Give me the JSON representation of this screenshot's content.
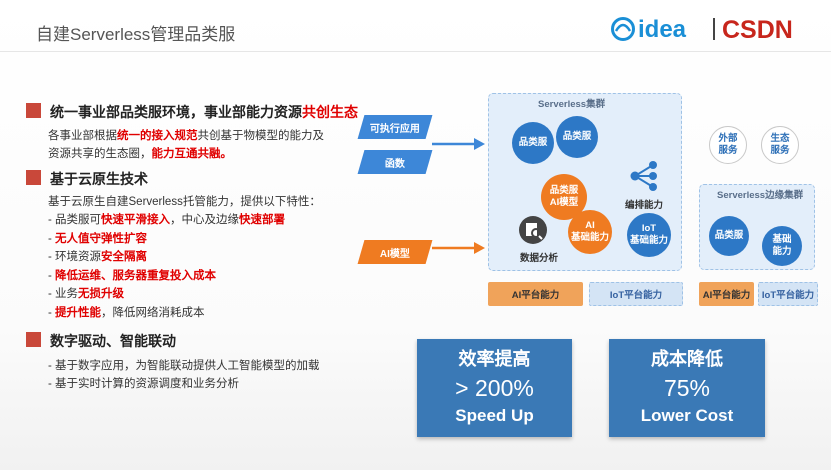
{
  "header": {
    "title": "自建Serverless管理品类服",
    "logos": [
      "Midea",
      "CSDN"
    ]
  },
  "sections": {
    "s1": {
      "title_plain": "统一事业部品类服环境，事业部能力资源",
      "title_red": "共创生态",
      "body": [
        {
          "parts": [
            {
              "text": "各事业部根据"
            },
            {
              "text": "统一的接入规范",
              "red": true
            },
            {
              "text": "共创基于物模型的能力及"
            }
          ]
        },
        {
          "parts": [
            {
              "text": "资源共享的生态圈，"
            },
            {
              "text": "能力互通共融。",
              "red": true
            }
          ]
        }
      ]
    },
    "s2": {
      "title": "基于云原生技术",
      "intro": "基于云原生自建Serverless托管能力，提供以下特性：",
      "items": [
        {
          "parts": [
            {
              "text": "- 品类服可"
            },
            {
              "text": "快速平滑接入",
              "red": true
            },
            {
              "text": "，中心及边缘"
            },
            {
              "text": "快速部署",
              "red": true
            }
          ]
        },
        {
          "parts": [
            {
              "text": "- "
            },
            {
              "text": "无人值守弹性扩容",
              "red": true
            }
          ]
        },
        {
          "parts": [
            {
              "text": "- 环境资源"
            },
            {
              "text": "安全隔离",
              "red": true
            }
          ]
        },
        {
          "parts": [
            {
              "text": "- "
            },
            {
              "text": "降低运维、服务器重复投入成本",
              "red": true
            }
          ]
        },
        {
          "parts": [
            {
              "text": "- 业务"
            },
            {
              "text": "无损升级",
              "red": true
            }
          ]
        },
        {
          "parts": [
            {
              "text": "- "
            },
            {
              "text": "提升性能",
              "red": true
            },
            {
              "text": "，降低网络消耗成本"
            }
          ]
        }
      ]
    },
    "s3": {
      "title": "数字驱动、智能联动",
      "items": [
        "- 基于数字应用，为智能联动提供人工智能模型的加载",
        "- 基于实时计算的资源调度和业务分析"
      ]
    }
  },
  "diagram": {
    "inputs": [
      "可执行应用",
      "函数",
      "AI模型"
    ],
    "cluster_label": "Serverless集群",
    "cluster_nodes": [
      "品类服",
      "品类服",
      "品类服\nAI模型",
      "AI\n基础能力",
      "IoT\n基础能力"
    ],
    "icon_labels": {
      "orchestrate": "编排能力",
      "analytics": "数据分析"
    },
    "external": [
      "外部\n服务",
      "生态\n服务"
    ],
    "edge_label": "Serverless边缘集群",
    "edge_nodes": [
      "品类服",
      "基础\n能力"
    ],
    "bottom_caps": [
      "AI平台能力",
      "IoT平台能力",
      "AI平台能力",
      "IoT平台能力"
    ]
  },
  "kpis": [
    {
      "title": "效率提高",
      "value": "> 200%",
      "sub": "Speed Up"
    },
    {
      "title": "成本降低",
      "value": "75%",
      "sub": "Lower Cost"
    }
  ],
  "colors": {
    "accent_red": "#c9483a",
    "blue": "#2d78c6",
    "orange": "#ef7b21",
    "kpi": "#3a79b6"
  }
}
